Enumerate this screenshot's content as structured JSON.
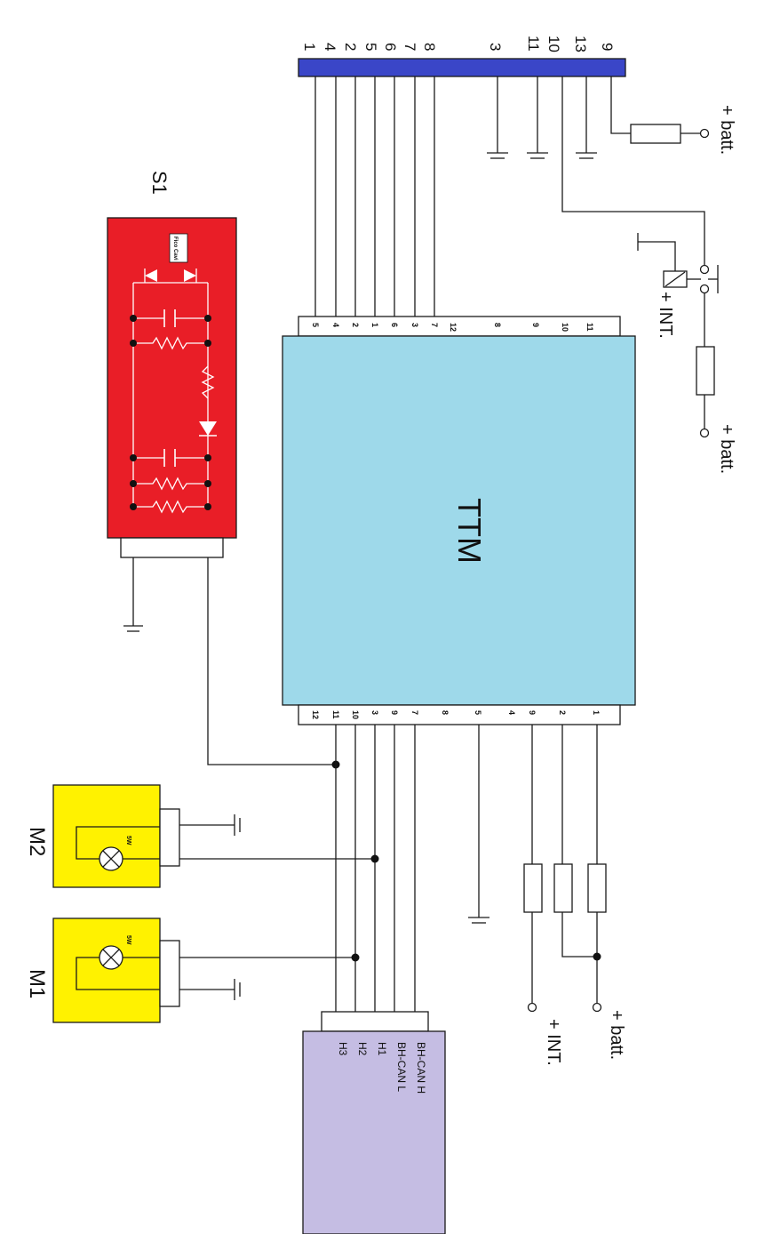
{
  "top_connector": {
    "pins": [
      "1",
      "4",
      "2",
      "5",
      "6",
      "7",
      "8",
      "3",
      "11",
      "10",
      "13",
      "9"
    ]
  },
  "ttm": {
    "title": "TTM",
    "top_pins": [
      "5",
      "4",
      "2",
      "1",
      "6",
      "3",
      "7",
      "12",
      "8",
      "9",
      "10",
      "11"
    ],
    "bottom_pins": [
      "12",
      "11",
      "10",
      "3",
      "9",
      "7",
      "8",
      "5",
      "4",
      "9",
      "2",
      "1"
    ]
  },
  "s1": {
    "title": "S1",
    "chip_text": "Fico Cavi"
  },
  "m1": {
    "title": "M1",
    "bulb_text": "5W"
  },
  "m2": {
    "title": "M2",
    "bulb_text": "5W"
  },
  "labels": {
    "batt_top": "+ batt.",
    "int_switch": "+ INT.",
    "batt_fuse": "+ batt.",
    "batt_bottom": "+ batt.",
    "int_bottom": "+ INT."
  },
  "bus_panel": {
    "lines": [
      "BH-CAN H",
      "BH-CAN L",
      "H1",
      "H2",
      "H3"
    ]
  },
  "colors": {
    "top_connector": "#3a46c8",
    "ttm_box": "#9ed9ea",
    "s1_box": "#e91e27",
    "lamp_box": "#fff200",
    "bus_panel": "#c5bde3"
  }
}
